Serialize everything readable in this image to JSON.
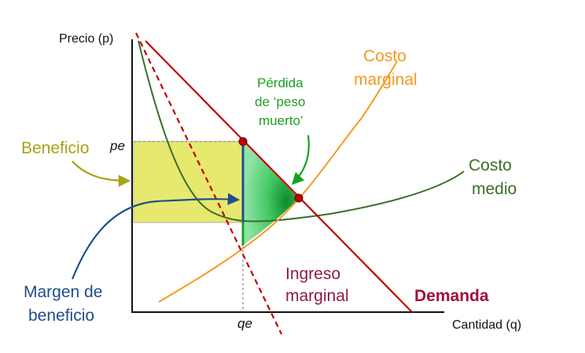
{
  "axes": {
    "y_label": "Precio (p)",
    "x_label": "Cantidad (q)",
    "p_tick": "pe",
    "q_tick": "qe"
  },
  "labels": {
    "beneficio": "Beneficio",
    "margen_line1": "Margen de",
    "margen_line2": "beneficio",
    "perdida_line1": "Pérdida",
    "perdida_line2": "de ‘peso",
    "perdida_line3": "muerto’",
    "costo_marginal_line1": "Costo",
    "costo_marginal_line2": "marginal",
    "costo_medio_line1": "Costo",
    "costo_medio_line2": "medio",
    "ingreso_marginal_line1": "Ingreso",
    "ingreso_marginal_line2": "marginal",
    "demanda": "Demanda"
  },
  "colors": {
    "demand": "#c00000",
    "marginal_revenue": "#c00000",
    "marginal_cost": "#f59a1e",
    "average_cost": "#3a6e2a",
    "profit_fill": "#e6e96e",
    "profit_label": "#a6a21a",
    "deadweight": "#1fa84a",
    "deadweight_label": "#1aa021",
    "margin": "#1f4e8c",
    "axis": "#111111",
    "ingreso_label": "#8b1a4a",
    "demanda_label": "#a0103a"
  }
}
